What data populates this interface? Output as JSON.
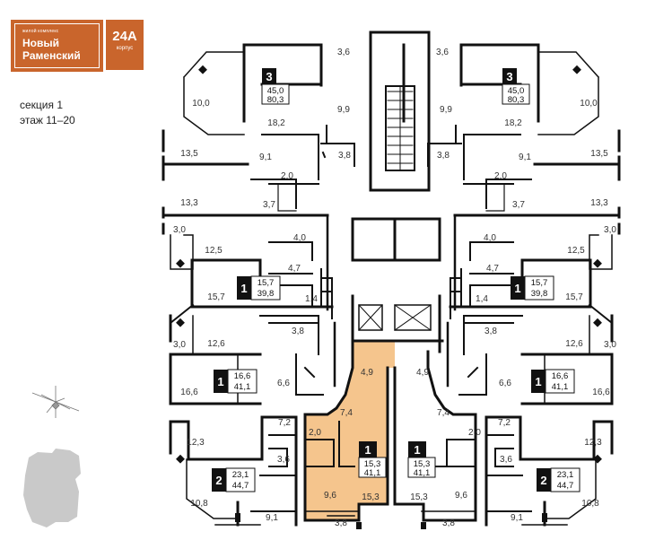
{
  "brand": {
    "tagline": "жилой комплекс",
    "line1": "Новый",
    "line2": "Раменский"
  },
  "building": {
    "number": "24А",
    "caption": "корпус"
  },
  "info": {
    "section": "секция 1",
    "floors": "этаж 11–20"
  },
  "colors": {
    "brand": "#c9652c",
    "highlight": "#f5c58d",
    "wall": "#111111"
  },
  "icons": [
    "compass-rose-icon",
    "site-plan-silhouette"
  ],
  "apartments": [
    {
      "id": "L3",
      "rooms": "3",
      "living": "45,0",
      "total": "80,3"
    },
    {
      "id": "R3",
      "rooms": "3",
      "living": "45,0",
      "total": "80,3"
    },
    {
      "id": "L1a",
      "rooms": "1",
      "living": "15,7",
      "total": "39,8"
    },
    {
      "id": "R1a",
      "rooms": "1",
      "living": "15,7",
      "total": "39,8"
    },
    {
      "id": "L1b",
      "rooms": "1",
      "living": "16,6",
      "total": "41,1"
    },
    {
      "id": "R1b",
      "rooms": "1",
      "living": "16,6",
      "total": "41,1"
    },
    {
      "id": "CL",
      "rooms": "1",
      "living": "15,3",
      "total": "41,1"
    },
    {
      "id": "CR",
      "rooms": "1",
      "living": "15,3",
      "total": "41,1"
    },
    {
      "id": "L2",
      "rooms": "2",
      "living": "23,1",
      "total": "44,7"
    },
    {
      "id": "R2",
      "rooms": "2",
      "living": "23,1",
      "total": "44,7"
    }
  ],
  "room_labels": {
    "top_left_balcony": "3,6",
    "top_right_balcony": "3,6",
    "l_10": "10,0",
    "r_10": "10,0",
    "l_18": "18,2",
    "r_18": "18,2",
    "l_9_9": "9,9",
    "r_9_9": "9,9",
    "l_13_5": "13,5",
    "r_13_5": "13,5",
    "l_9_1": "9,1",
    "r_9_1": "9,1",
    "l_2_0": "2,0",
    "r_2_0": "2,0",
    "l_3_8": "3,8",
    "r_3_8": "3,8",
    "l_13_3": "13,3",
    "r_13_3": "13,3",
    "l_3_7": "3,7",
    "r_3_7": "3,7",
    "l_3_0a": "3,0",
    "r_3_0a": "3,0",
    "l_4_0": "4,0",
    "r_4_0": "4,0",
    "l_12_5": "12,5",
    "r_12_5": "12,5",
    "l_4_7": "4,7",
    "r_4_7": "4,7",
    "l_15_7": "15,7",
    "r_15_7": "15,7",
    "l_1_4": "1,4",
    "r_1_4": "1,4",
    "l_3_8b": "3,8",
    "r_3_8b": "3,8",
    "l_3_0b": "3,0",
    "r_3_0b": "3,0",
    "l_12_6": "12,6",
    "r_12_6": "12,6",
    "l_6_6": "6,6",
    "r_6_6": "6,6",
    "l_16_6": "16,6",
    "r_16_6": "16,6",
    "cl_4_9": "4,9",
    "cr_4_9": "4,9",
    "cl_7_4": "7,4",
    "cr_7_4": "7,4",
    "l_7_2": "7,2",
    "r_7_2": "7,2",
    "cl_2_0": "2,0",
    "cr_2_0": "2,0",
    "l_12_3": "12,3",
    "r_12_3": "12,3",
    "l_3_6": "3,6",
    "r_3_6": "3,6",
    "cl_9_6": "9,6",
    "cr_9_6": "9,6",
    "cl_15_3": "15,3",
    "cr_15_3": "15,3",
    "l_10_8": "10,8",
    "r_10_8": "10,8",
    "l_9_1b": "9,1",
    "r_9_1b": "9,1",
    "cl_3_8": "3,8",
    "cr_3_8": "3,8"
  }
}
